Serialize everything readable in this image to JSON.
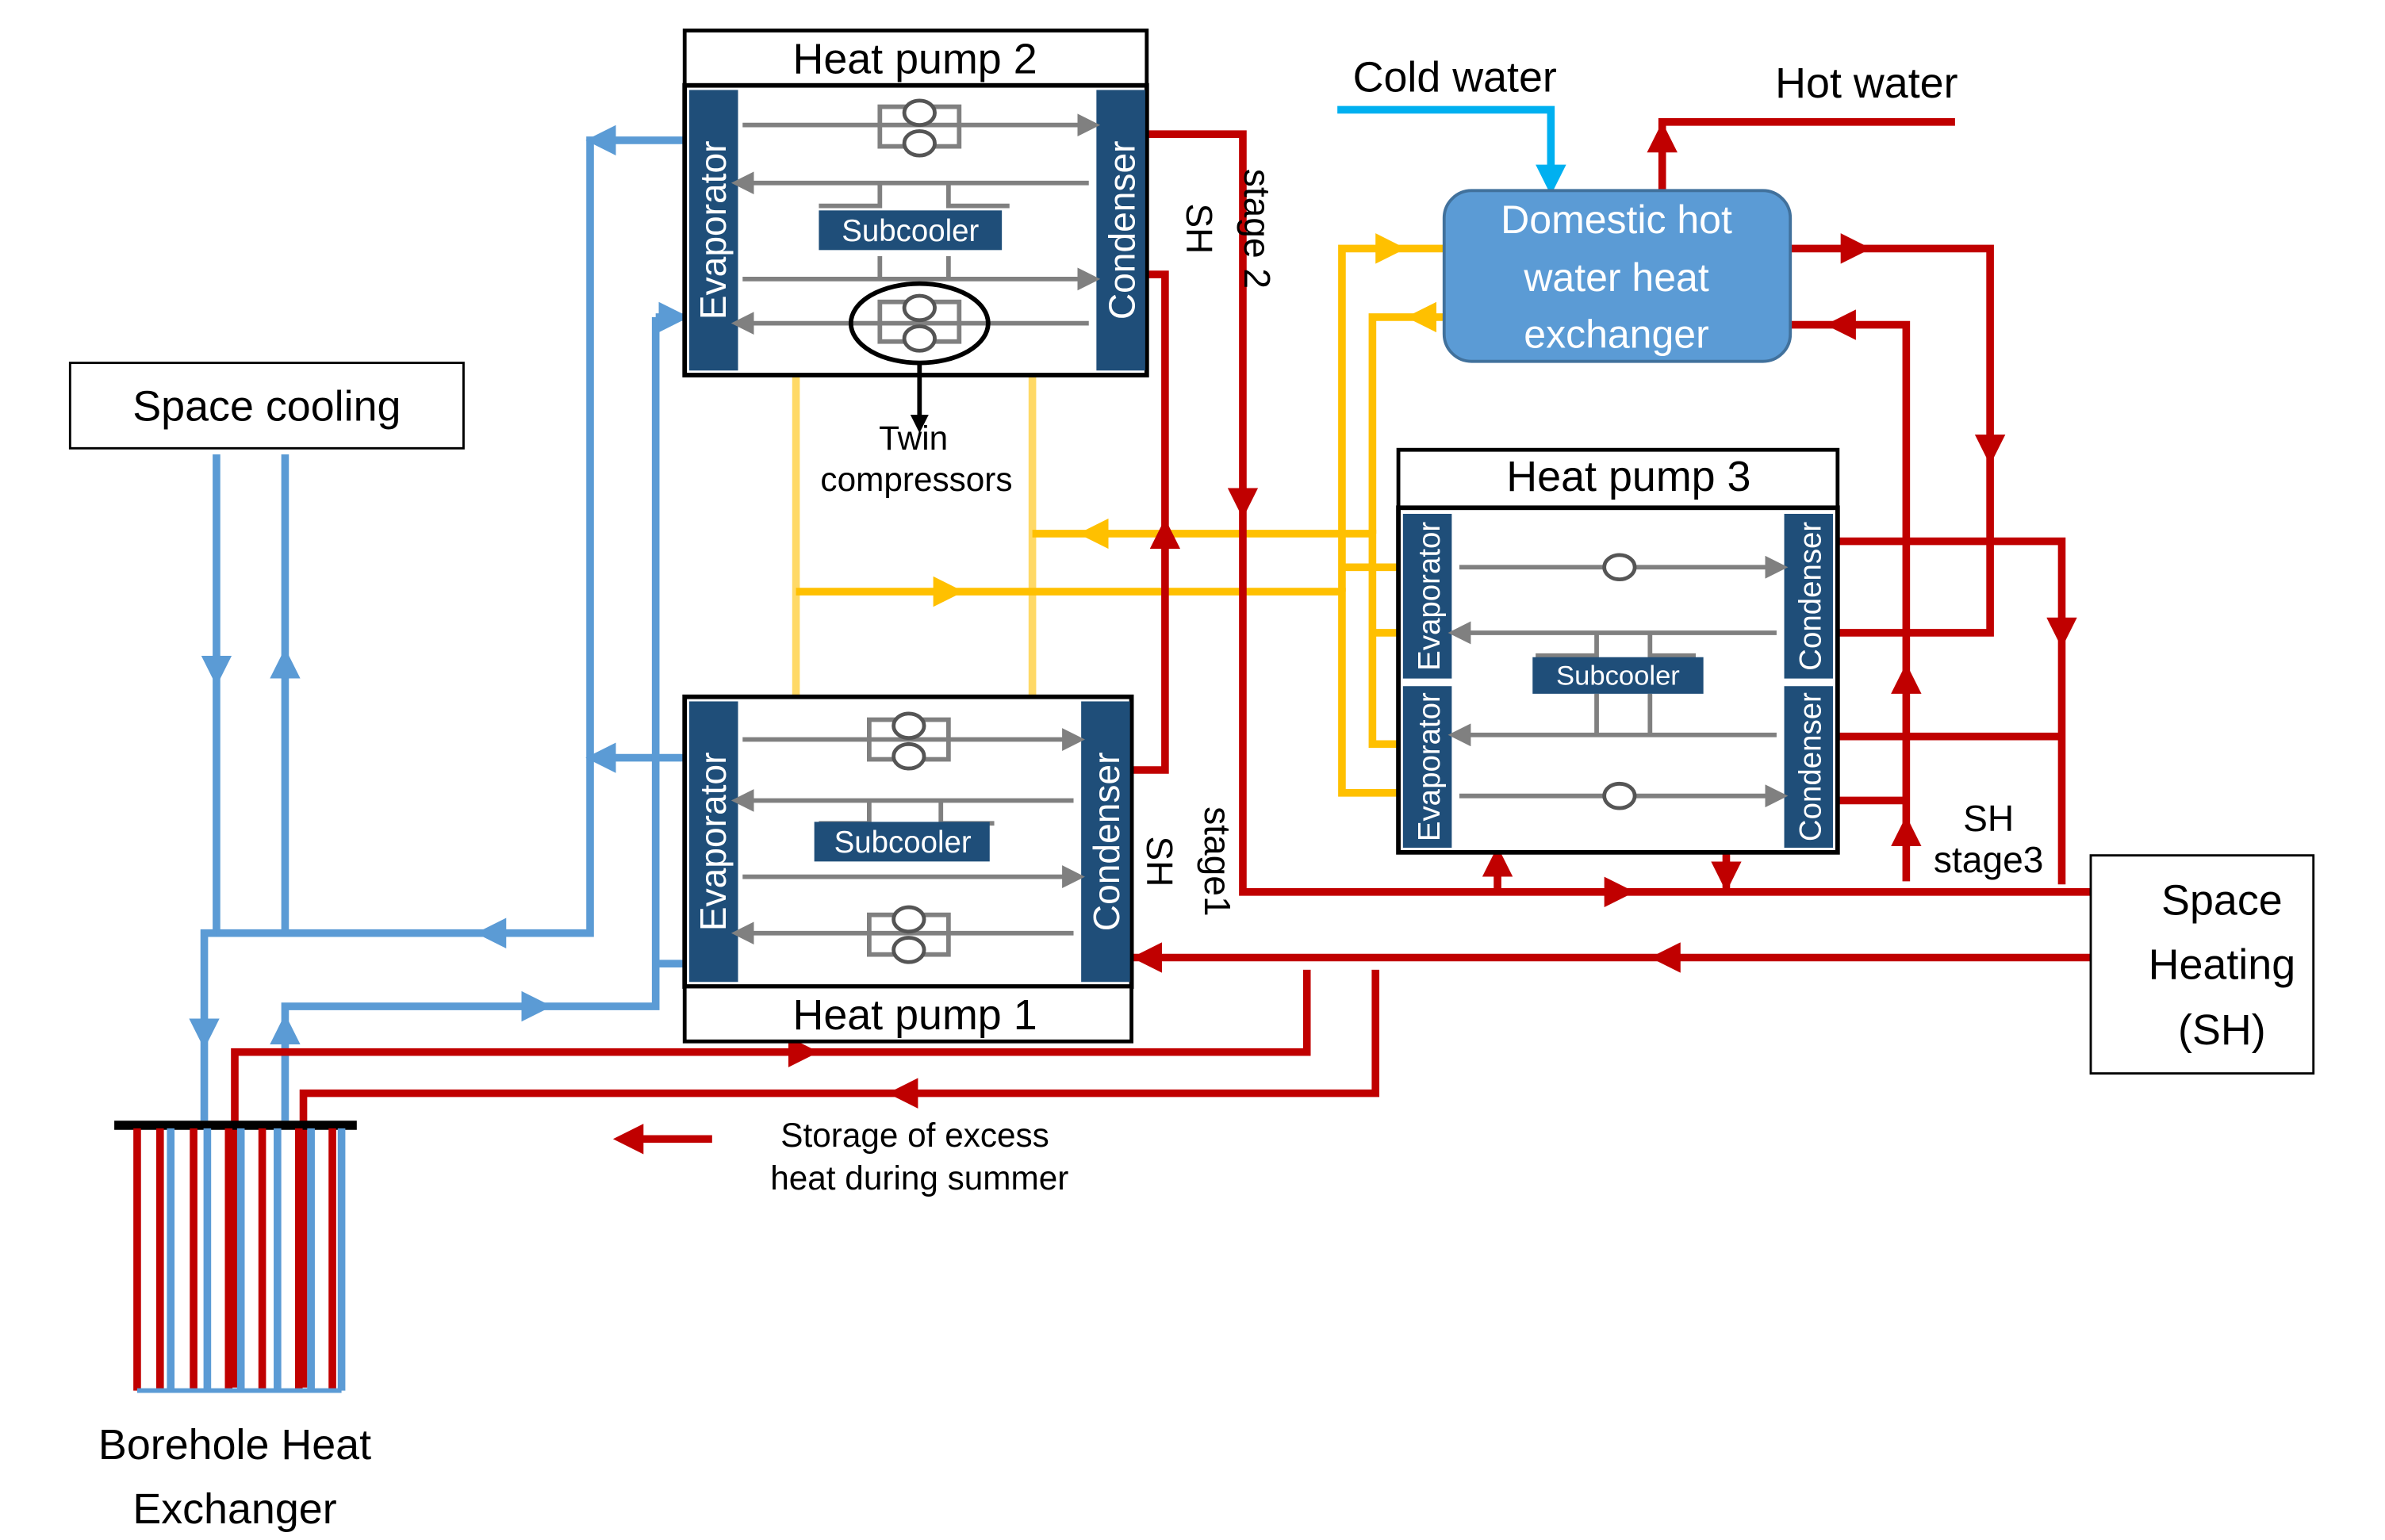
{
  "colors": {
    "red": "#c00000",
    "blue": "#5b9bd5",
    "light_blue": "#00b0f0",
    "yellow": "#ffc000",
    "pale_yellow": "#ffd966",
    "grey": "#808080",
    "navy": "#1f4e79",
    "dhw_fill": "#5b9bd5"
  },
  "heat_pumps": {
    "hp1": {
      "title": "Heat pump 1",
      "evaporator": "Evaporator",
      "condenser": "Condenser",
      "subcooler": "Subcooler"
    },
    "hp2": {
      "title": "Heat pump 2",
      "evaporator": "Evaporator",
      "condenser": "Condenser",
      "subcooler": "Subcooler"
    },
    "hp3": {
      "title": "Heat pump 3",
      "evaporator_top": "Evaporator",
      "evaporator_bottom": "Evaporator",
      "condenser_top": "Condenser",
      "condenser_bottom": "Condenser",
      "subcooler": "Subcooler"
    }
  },
  "labels": {
    "space_cooling": "Space cooling",
    "space_heating": [
      "Space",
      "Heating",
      "(SH)"
    ],
    "cold_water": "Cold water",
    "hot_water": "Hot water",
    "dhw": [
      "Domestic hot",
      "water heat",
      "exchanger"
    ],
    "twin_compressors": [
      "Twin",
      "compressors"
    ],
    "sh_stage1": [
      "SH",
      "stage1"
    ],
    "sh_stage2": [
      "SH",
      "stage 2"
    ],
    "sh_stage3": [
      "SH",
      "stage3"
    ],
    "borehole": [
      "Borehole Heat",
      "Exchanger"
    ],
    "storage_note": [
      "Storage of excess",
      "heat during summer"
    ]
  }
}
